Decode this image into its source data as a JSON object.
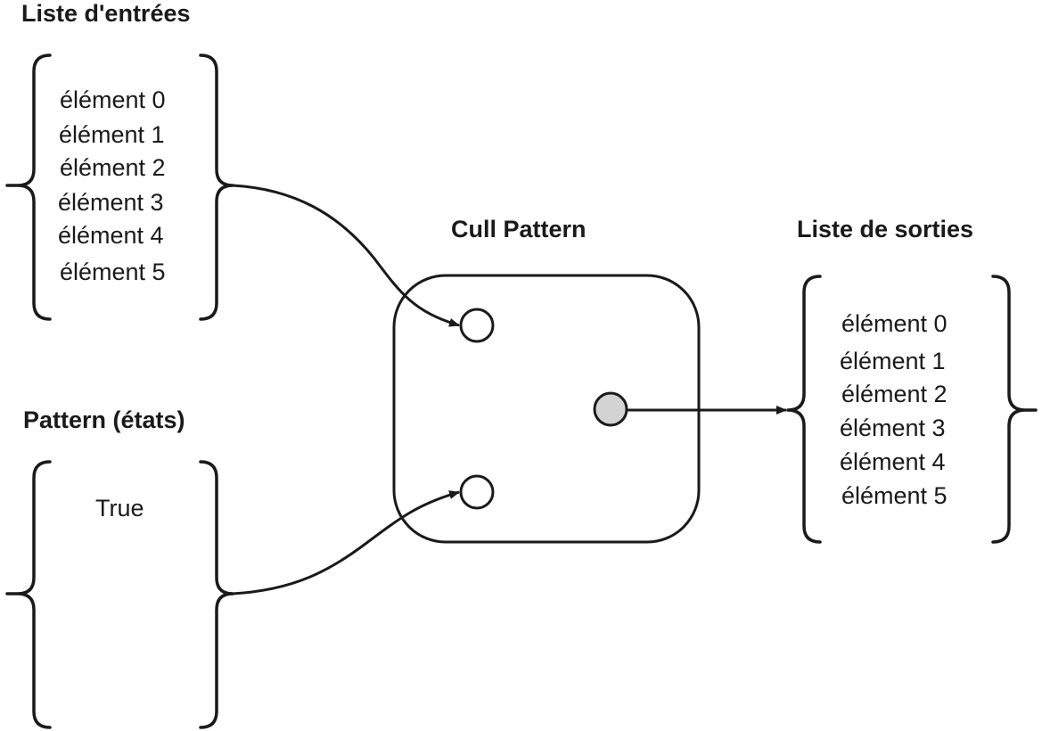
{
  "input_list": {
    "title": "Liste d'entrées",
    "items": [
      "élément 0",
      "élément 1",
      "élément 2",
      "élément 3",
      "élément 4",
      "élément 5"
    ]
  },
  "pattern_list": {
    "title": "Pattern (états)",
    "items": [
      "True"
    ]
  },
  "cull_node": {
    "title": "Cull Pattern",
    "inputs": [
      "list-input",
      "pattern-input"
    ],
    "outputs": [
      "list-output"
    ],
    "output_port_color": "#d3d3d3"
  },
  "output_list": {
    "title": "Liste de sorties",
    "items": [
      "élément 0",
      "élément 1",
      "élément 2",
      "élément 3",
      "élément 4",
      "élément 5"
    ]
  },
  "colors": {
    "stroke": "#1a1a1a",
    "background": "#ffffff"
  }
}
